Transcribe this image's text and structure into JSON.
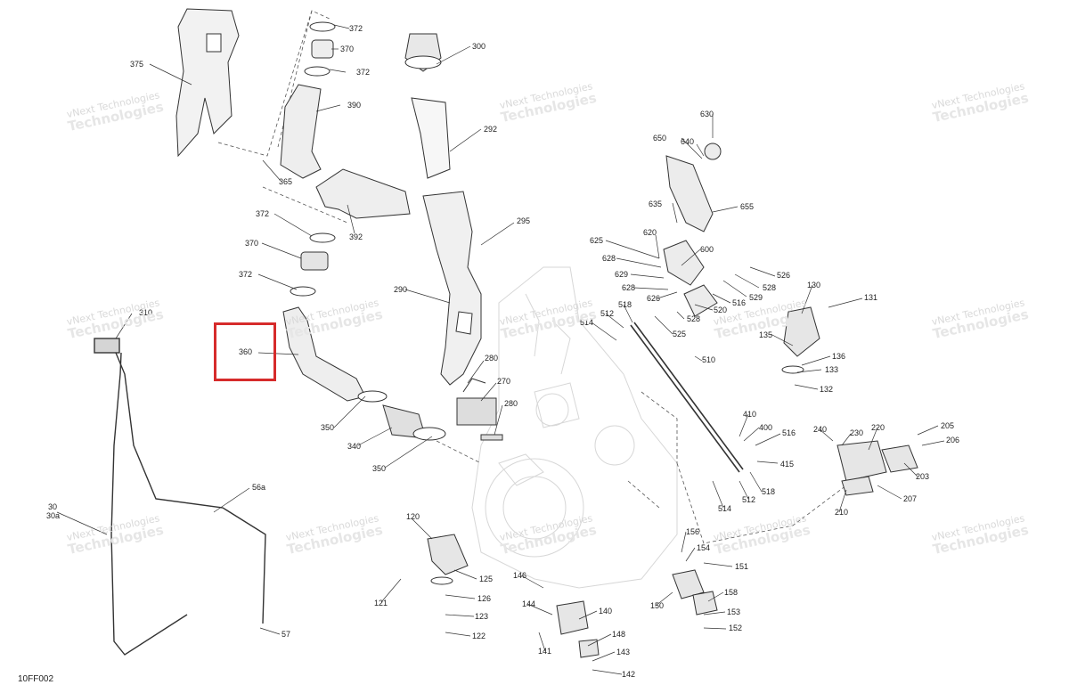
{
  "figure_ref": "10FF002",
  "highlight": {
    "label": "360",
    "color": "#d62b2b"
  },
  "watermark": {
    "line1": "vNext Technologies",
    "line2": "Technologies"
  },
  "part_labels": [
    "375",
    "372",
    "370",
    "372",
    "300",
    "390",
    "292",
    "365",
    "372",
    "392",
    "370",
    "372",
    "295",
    "290",
    "310",
    "360",
    "280",
    "270",
    "280",
    "350",
    "340",
    "350",
    "56a",
    "30",
    "30a",
    "57",
    "650",
    "640",
    "630",
    "635",
    "655",
    "625",
    "620",
    "628",
    "629",
    "628",
    "600",
    "526",
    "528",
    "529",
    "626",
    "516",
    "520",
    "528",
    "525",
    "514",
    "512",
    "518",
    "130",
    "131",
    "135",
    "136",
    "133",
    "132",
    "510",
    "410",
    "400",
    "516",
    "415",
    "518",
    "512",
    "514",
    "240",
    "230",
    "220",
    "205",
    "206",
    "203",
    "207",
    "210",
    "120",
    "125",
    "126",
    "123",
    "122",
    "121",
    "146",
    "144",
    "140",
    "148",
    "143",
    "142",
    "141",
    "156",
    "154",
    "151",
    "150",
    "158",
    "153",
    "152"
  ]
}
